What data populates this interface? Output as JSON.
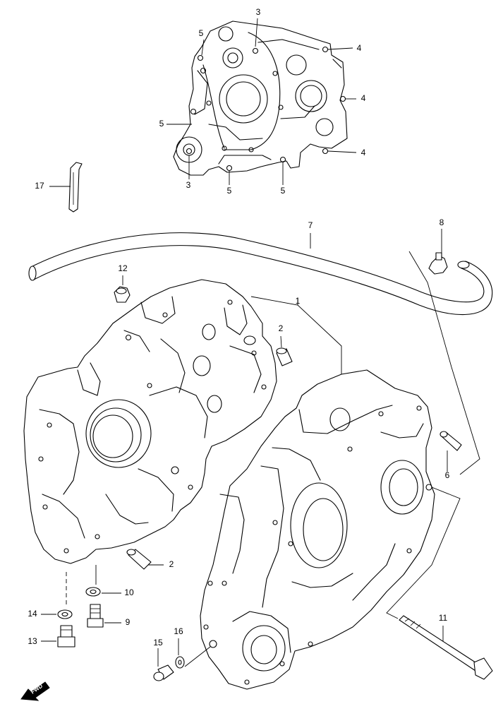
{
  "callouts": {
    "c1": "1",
    "c2a": "2",
    "c2b": "2",
    "c3a": "3",
    "c3b": "3",
    "c4a": "4",
    "c4b": "4",
    "c4c": "4",
    "c5a": "5",
    "c5b": "5",
    "c5c": "5",
    "c5d": "5",
    "c6": "6",
    "c7": "7",
    "c8": "8",
    "c9": "9",
    "c10": "10",
    "c11": "11",
    "c12": "12",
    "c13": "13",
    "c14": "14",
    "c15": "15",
    "c16": "16",
    "c17": "17"
  },
  "forward_badge": "FWD"
}
